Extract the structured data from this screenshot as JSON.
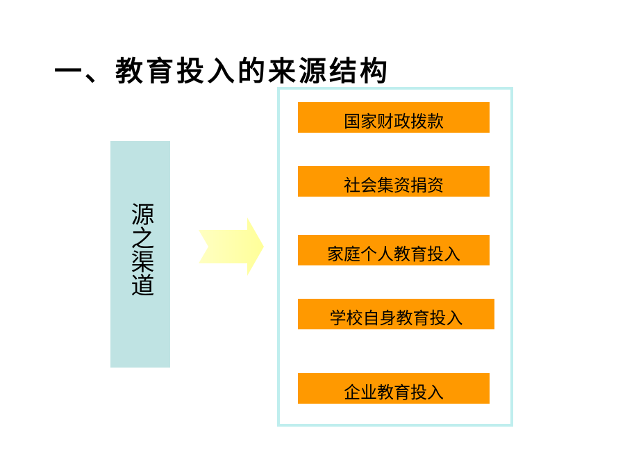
{
  "title": "一、教育投入的来源结构",
  "source": {
    "label": "源之渠道"
  },
  "sources": [
    "国家财政拨款",
    "社会集资捐资",
    "家庭个人教育投入",
    "学校自身教育投入",
    "企业教育投入"
  ],
  "colors": {
    "source_box": "#bfe3e3",
    "item_fill": "#ff9900",
    "panel_border": "#bfeeee",
    "arrow_fill": "#ffff99"
  }
}
